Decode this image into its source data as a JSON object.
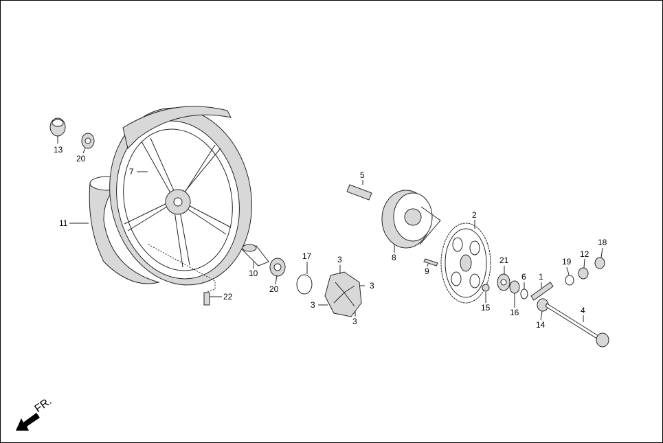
{
  "direction_label": "FR.",
  "parts": [
    {
      "id": "p13",
      "label": "13"
    },
    {
      "id": "p20a",
      "label": "20"
    },
    {
      "id": "p7",
      "label": "7"
    },
    {
      "id": "p11",
      "label": "11"
    },
    {
      "id": "p5",
      "label": "5"
    },
    {
      "id": "p2",
      "label": "2"
    },
    {
      "id": "p8",
      "label": "8"
    },
    {
      "id": "p17",
      "label": "17"
    },
    {
      "id": "p3a",
      "label": "3"
    },
    {
      "id": "p3b",
      "label": "3"
    },
    {
      "id": "p3c",
      "label": "3"
    },
    {
      "id": "p3d",
      "label": "3"
    },
    {
      "id": "p10",
      "label": "10"
    },
    {
      "id": "p20b",
      "label": "20"
    },
    {
      "id": "p9",
      "label": "9"
    },
    {
      "id": "p21",
      "label": "21"
    },
    {
      "id": "p19",
      "label": "19"
    },
    {
      "id": "p12",
      "label": "12"
    },
    {
      "id": "p18",
      "label": "18"
    },
    {
      "id": "p6",
      "label": "6"
    },
    {
      "id": "p1",
      "label": "1"
    },
    {
      "id": "p15",
      "label": "15"
    },
    {
      "id": "p16",
      "label": "16"
    },
    {
      "id": "p14",
      "label": "14"
    },
    {
      "id": "p4",
      "label": "4"
    },
    {
      "id": "p22",
      "label": "22"
    }
  ]
}
